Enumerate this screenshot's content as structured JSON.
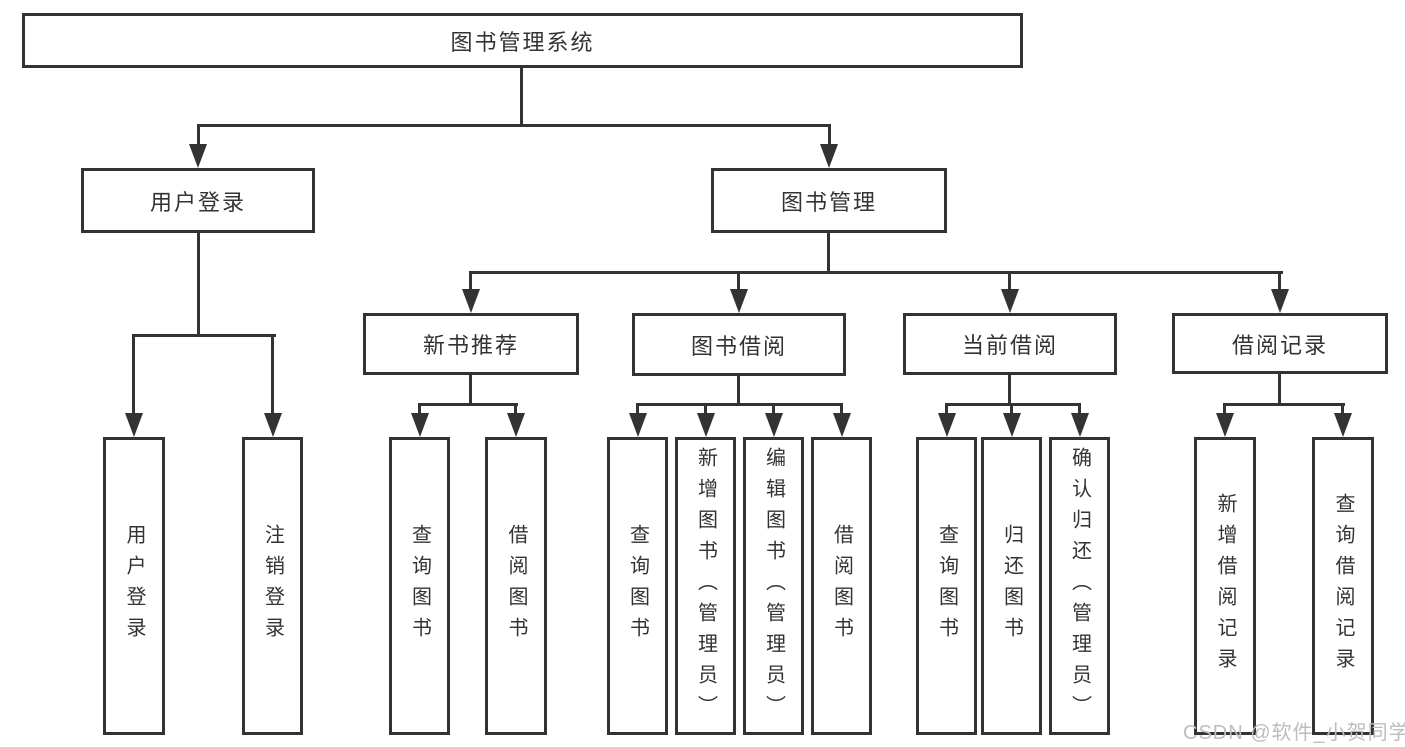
{
  "diagram": {
    "root": {
      "label": "图书管理系统"
    },
    "level2": [
      {
        "label": "用户登录"
      },
      {
        "label": "图书管理"
      }
    ],
    "level3": [
      {
        "label": "新书推荐"
      },
      {
        "label": "图书借阅"
      },
      {
        "label": "当前借阅"
      },
      {
        "label": "借阅记录"
      }
    ],
    "leaves": [
      {
        "label": "用户登录"
      },
      {
        "label": "注销登录"
      },
      {
        "label": "查询图书"
      },
      {
        "label": "借阅图书"
      },
      {
        "label": "查询图书"
      },
      {
        "label": "新增图书（管理员）"
      },
      {
        "label": "编辑图书（管理员）"
      },
      {
        "label": "借阅图书"
      },
      {
        "label": "查询图书"
      },
      {
        "label": "归还图书"
      },
      {
        "label": "确认归还（管理员）"
      },
      {
        "label": "新增借阅记录"
      },
      {
        "label": "查询借阅记录"
      }
    ],
    "colors": {
      "line": "#333333",
      "box_background": "#ffffff",
      "text": "#333333",
      "watermark": "#bdbdbd"
    }
  },
  "watermark": {
    "text": "CSDN @软件_小贺同学"
  }
}
